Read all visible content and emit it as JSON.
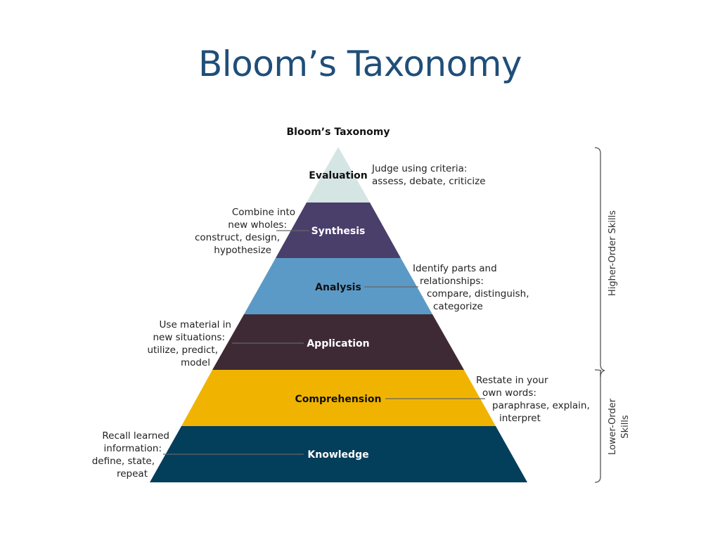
{
  "slide": {
    "title": "Bloom’s Taxonomy"
  },
  "diagram": {
    "title": "Bloom’s Taxonomy",
    "levels": [
      {
        "name": "Evaluation",
        "color": "#d5e5e3",
        "text_color": "#111111",
        "desc": [
          "Judge using criteria:",
          "assess, debate, criticize"
        ]
      },
      {
        "name": "Synthesis",
        "color": "#4a3f6b",
        "text_color": "#ffffff",
        "desc": [
          "Combine into",
          "new wholes:",
          "construct, design,",
          "hypothesize"
        ]
      },
      {
        "name": "Analysis",
        "color": "#5b9ac6",
        "text_color": "#111111",
        "desc": [
          "Identify parts and",
          "relationships:",
          "compare, distinguish,",
          "categorize"
        ]
      },
      {
        "name": "Application",
        "color": "#3e2a35",
        "text_color": "#ffffff",
        "desc": [
          "Use material in",
          "new situations:",
          "utilize, predict,",
          "model"
        ]
      },
      {
        "name": "Comprehension",
        "color": "#f0b400",
        "text_color": "#111111",
        "desc": [
          "Restate in your",
          "own words:",
          "paraphrase, explain,",
          "interpret"
        ]
      },
      {
        "name": "Knowledge",
        "color": "#033e5a",
        "text_color": "#ffffff",
        "desc": [
          "Recall learned",
          "information:",
          "define, state,",
          "repeat"
        ]
      }
    ],
    "brackets": {
      "higher": "Higher-Order Skills",
      "lower_line1": "Lower-Order",
      "lower_line2": "Skills"
    }
  }
}
